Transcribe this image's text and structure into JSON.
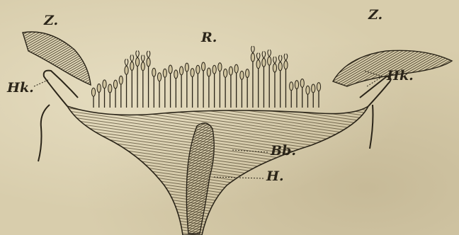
{
  "labels": {
    "z_left": "Z.",
    "z_right": "Z.",
    "r": "R.",
    "hk_left": "Hk.",
    "hk_right": "Hk.",
    "bb": "Bb.",
    "h": "H."
  },
  "colors": {
    "paper": "#d8cdac",
    "ink": "#2a2418",
    "shade": "#6b5d40"
  }
}
